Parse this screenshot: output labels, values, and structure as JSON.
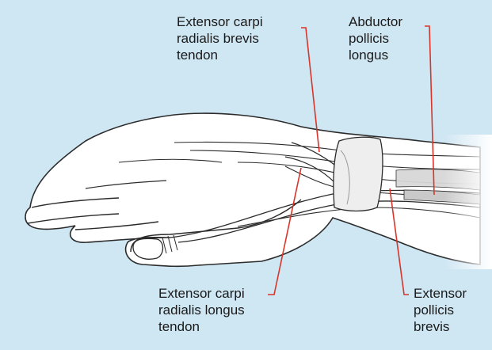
{
  "colors": {
    "background": "#cfe6f3",
    "leader_line": "#d8352a",
    "outline": "#2b2b2b",
    "tendon_fill": "#d7d7d7",
    "sheath_fill": "#eeeeee"
  },
  "labels": {
    "ecrb": {
      "lines": [
        "Extensor carpi",
        "radialis brevis",
        "tendon"
      ]
    },
    "apl": {
      "lines": [
        "Abductor",
        "pollicis",
        "longus"
      ]
    },
    "ecrl": {
      "lines": [
        "Extensor carpi",
        "radialis longus",
        "tendon"
      ]
    },
    "epb": {
      "lines": [
        "Extensor",
        "pollicis",
        "brevis"
      ]
    }
  }
}
